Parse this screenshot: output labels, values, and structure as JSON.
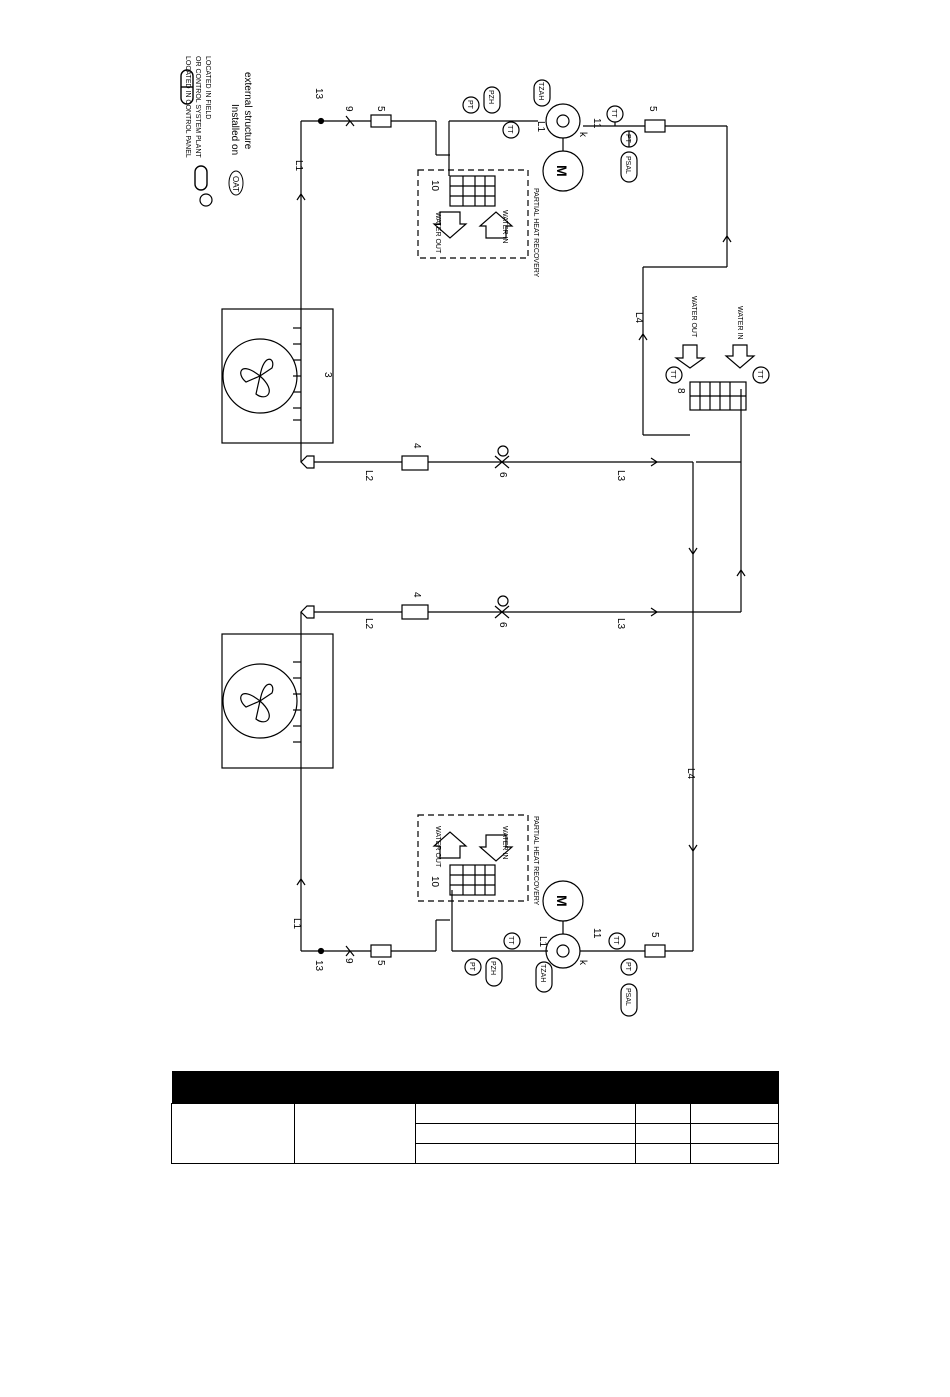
{
  "legend": {
    "line1": "LOCATED IN CONTROL PANEL",
    "line2": "OR CONTROL SYSTEM PLANT",
    "line3": "LOCATED IN FIELD",
    "oat_symbol": "OAT",
    "oat_line1": "Installed on",
    "oat_line2": "external structure"
  },
  "labels": {
    "L1": "L1",
    "L2": "L2",
    "L3": "L3",
    "L4": "L4",
    "n3": "3",
    "n4": "4",
    "n5": "5",
    "n6": "6",
    "n8": "8",
    "n9": "9",
    "n10": "10",
    "n11": "11",
    "n13": "13",
    "k": "k",
    "M": "M"
  },
  "instruments": {
    "PT": "PT",
    "PZH": "PZH",
    "TZAH": "TZAH",
    "TT": "TT",
    "PSAL": "PSAL"
  },
  "recovery": {
    "water_out": "WATER OUT",
    "water_in": "WATER IN",
    "title": "PARTIAL HEAT RECOVERY"
  },
  "evaporator": {
    "water_out": "WATER OUT",
    "water_in": "WATER IN"
  },
  "table": {
    "headers": [
      "",
      "",
      "",
      "",
      ""
    ],
    "rows": [
      [
        "",
        "",
        "",
        "",
        ""
      ],
      [
        "",
        "",
        ""
      ],
      [
        "",
        "",
        ""
      ]
    ]
  }
}
